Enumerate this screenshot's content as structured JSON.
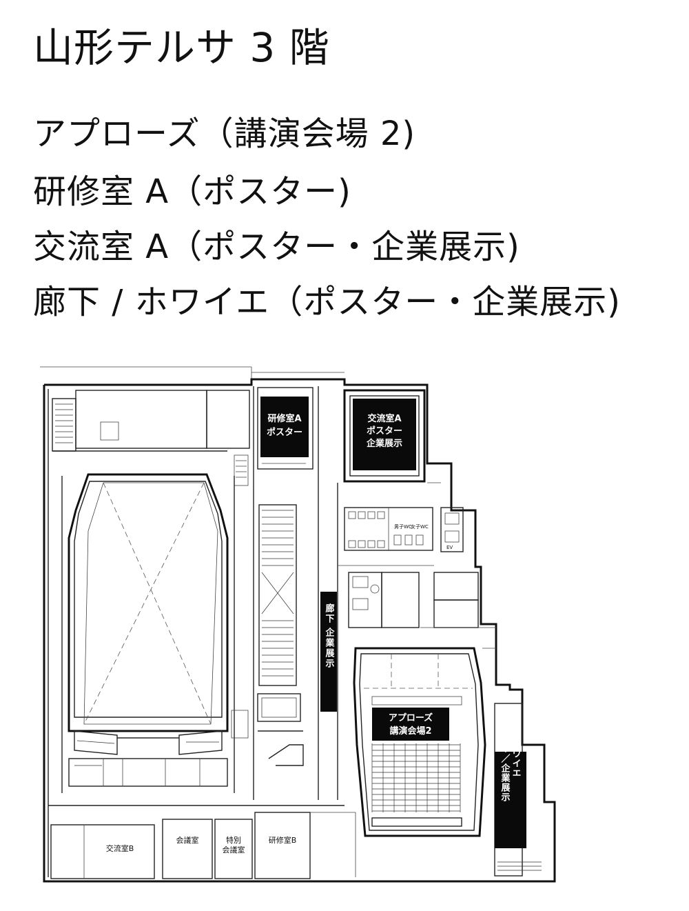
{
  "header": {
    "title": "山形テルサ 3 階",
    "rooms": [
      "アプローズ（講演会場 2)",
      "研修室 A（ポスター)",
      "交流室 A（ポスター・企業展示)",
      "廊下 / ホワイエ（ポスター・企業展示)"
    ]
  },
  "floor_plan": {
    "highlight_color": "#0a0a0a",
    "highlighted_areas": {
      "kenshu_a": [
        "研修室A",
        "ポスター"
      ],
      "koryu_a": [
        "交流室A",
        "ポスター",
        "企業展示"
      ],
      "rouka": [
        "廊下",
        "企業展示"
      ],
      "applause": [
        "アプローズ",
        "講演会場2"
      ],
      "foyer": [
        "ホワイエ",
        "ポスター／企業展示"
      ]
    },
    "other_rooms": {
      "koryu_b": "交流室B",
      "kaigi": "会議室",
      "tokubetsu": [
        "特別",
        "会議室"
      ],
      "kenshu_b": "研修室B"
    },
    "small_labels": {
      "mens_wc": "男子WC",
      "womens_wc": "女子WC",
      "elevator": "EV"
    }
  }
}
